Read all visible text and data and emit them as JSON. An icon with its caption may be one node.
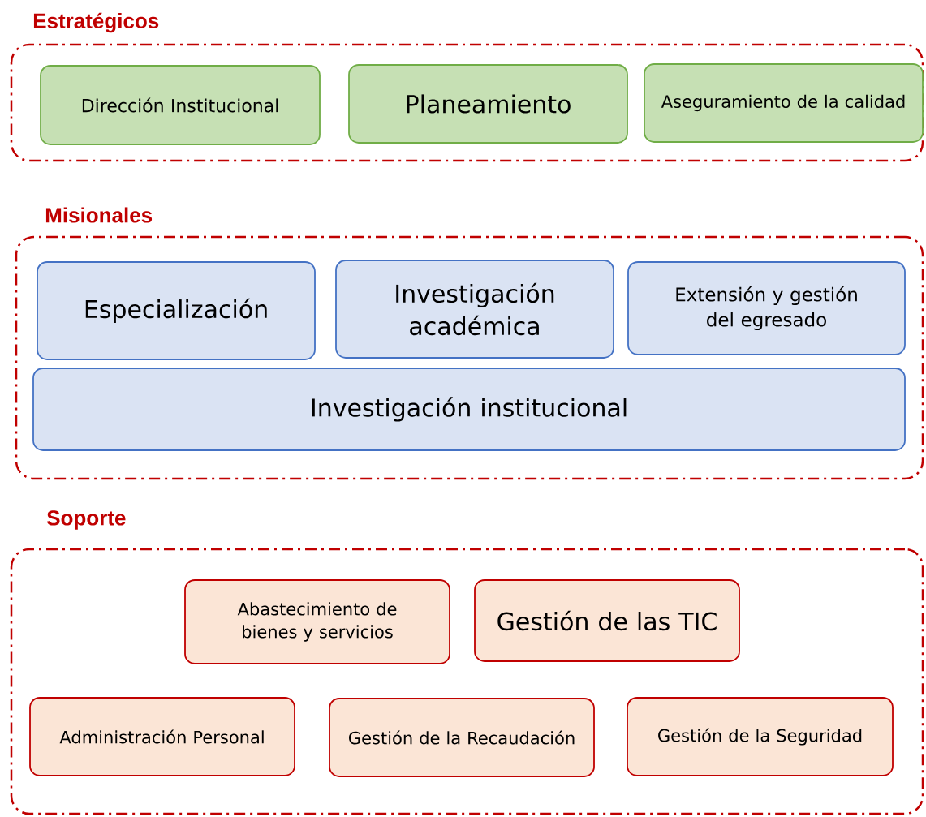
{
  "diagram": {
    "nodes": [
      {
        "text": [
          "Estratégicos"
        ]
      },
      {
        "text": [
          "Dirección Institucional"
        ],
        "in": 0
      },
      {
        "text": [
          "Planeamiento"
        ],
        "in": 0
      },
      {
        "text": [
          "Aseguramiento de la calidad"
        ],
        "in": 0
      },
      {
        "text": [
          "Misionales"
        ]
      },
      {
        "text": [
          "Especialización"
        ],
        "in": 4
      },
      {
        "text": [
          "Investigación académica"
        ],
        "in": 4
      },
      {
        "text": [
          "Extensión y gestión del egresado"
        ],
        "in": 4
      },
      {
        "text": [
          "Investigación institucional"
        ],
        "in": 4
      },
      {
        "text": [
          "Soporte"
        ]
      },
      {
        "text": [
          "Abastecimiento de bienes y servicios"
        ],
        "in": 9
      },
      {
        "text": [
          "Gestión de las TIC"
        ],
        "in": 9
      },
      {
        "text": [
          "Administración Personal"
        ],
        "in": 9
      },
      {
        "text": [
          "Gestión de la Recaudación"
        ],
        "in": 9
      },
      {
        "text": [
          "Gestión de la Seguridad"
        ],
        "in": 9
      }
    ]
  }
}
